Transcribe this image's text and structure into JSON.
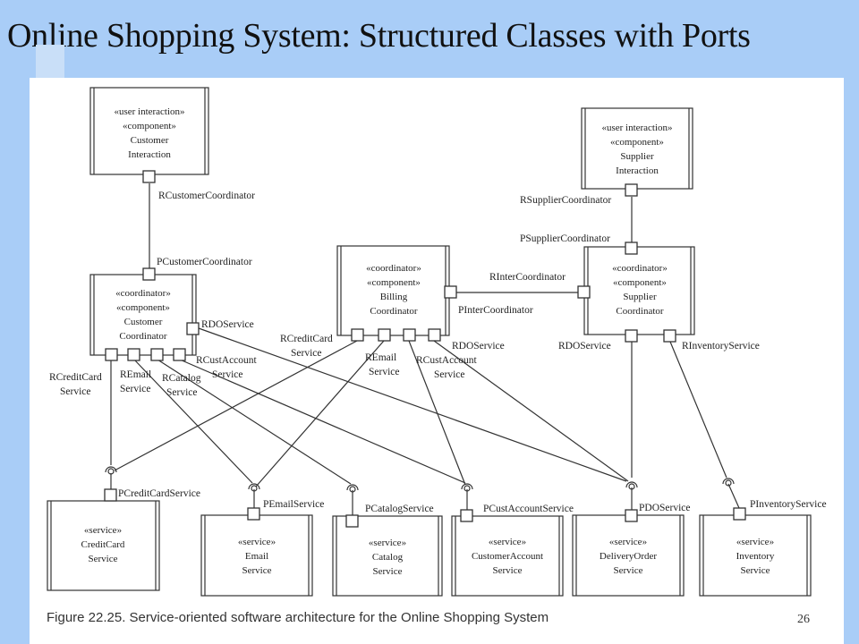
{
  "slide": {
    "title": "Online Shopping System: Structured Classes with Ports",
    "page_number": "26"
  },
  "figure": {
    "caption": "Figure 22.25. Service-oriented software architecture for the Online Shopping System"
  },
  "components": {
    "customer_interaction": [
      "«user interaction»",
      "«component»",
      "Customer",
      "Interaction"
    ],
    "supplier_interaction": [
      "«user interaction»",
      "«component»",
      "Supplier",
      "Interaction"
    ],
    "customer_coordinator": [
      "«coordinator»",
      "«component»",
      "Customer",
      "Coordinator"
    ],
    "billing_coordinator": [
      "«coordinator»",
      "«component»",
      "Billing",
      "Coordinator"
    ],
    "supplier_coordinator": [
      "«coordinator»",
      "«component»",
      "Supplier",
      "Coordinator"
    ],
    "credit_card_service": [
      "«service»",
      "CreditCard",
      "Service"
    ],
    "email_service": [
      "«service»",
      "Email",
      "Service"
    ],
    "catalog_service": [
      "«service»",
      "Catalog",
      "Service"
    ],
    "customer_account_service": [
      "«service»",
      "CustomerAccount",
      "Service"
    ],
    "delivery_order_service": [
      "«service»",
      "DeliveryOrder",
      "Service"
    ],
    "inventory_service": [
      "«service»",
      "Inventory",
      "Service"
    ]
  },
  "ports": {
    "r_customer_coordinator": "RCustomerCoordinator",
    "p_customer_coordinator": "PCustomerCoordinator",
    "r_supplier_coordinator": "RSupplierCoordinator",
    "p_supplier_coordinator": "PSupplierCoordinator",
    "r_inter_coordinator": "RInterCoordinator",
    "p_inter_coordinator": "PInterCoordinator",
    "r_do_service_customer": "RDOService",
    "r_credit_card_service_customer": [
      "RCreditCard",
      "Service"
    ],
    "r_email_service_customer": [
      "REmail",
      "Service"
    ],
    "r_catalog_service_customer": [
      "RCatalog",
      "Service"
    ],
    "r_cust_account_service_customer": [
      "RCustAccount",
      "Service"
    ],
    "r_credit_card_service_billing": [
      "RCreditCard",
      "Service"
    ],
    "r_email_service_billing": [
      "REmail",
      "Service"
    ],
    "r_cust_account_service_billing": [
      "RCustAccount",
      "Service"
    ],
    "r_do_service_billing": "RDOService",
    "r_do_service_supplier": "RDOService",
    "r_inventory_service_supplier": "RInventoryService",
    "p_credit_card_service": "PCreditCardService",
    "p_email_service": "PEmailService",
    "p_catalog_service": "PCatalogService",
    "p_cust_account_service": "PCustAccountService",
    "p_do_service": "PDOService",
    "p_inventory_service": "PInventoryService"
  }
}
